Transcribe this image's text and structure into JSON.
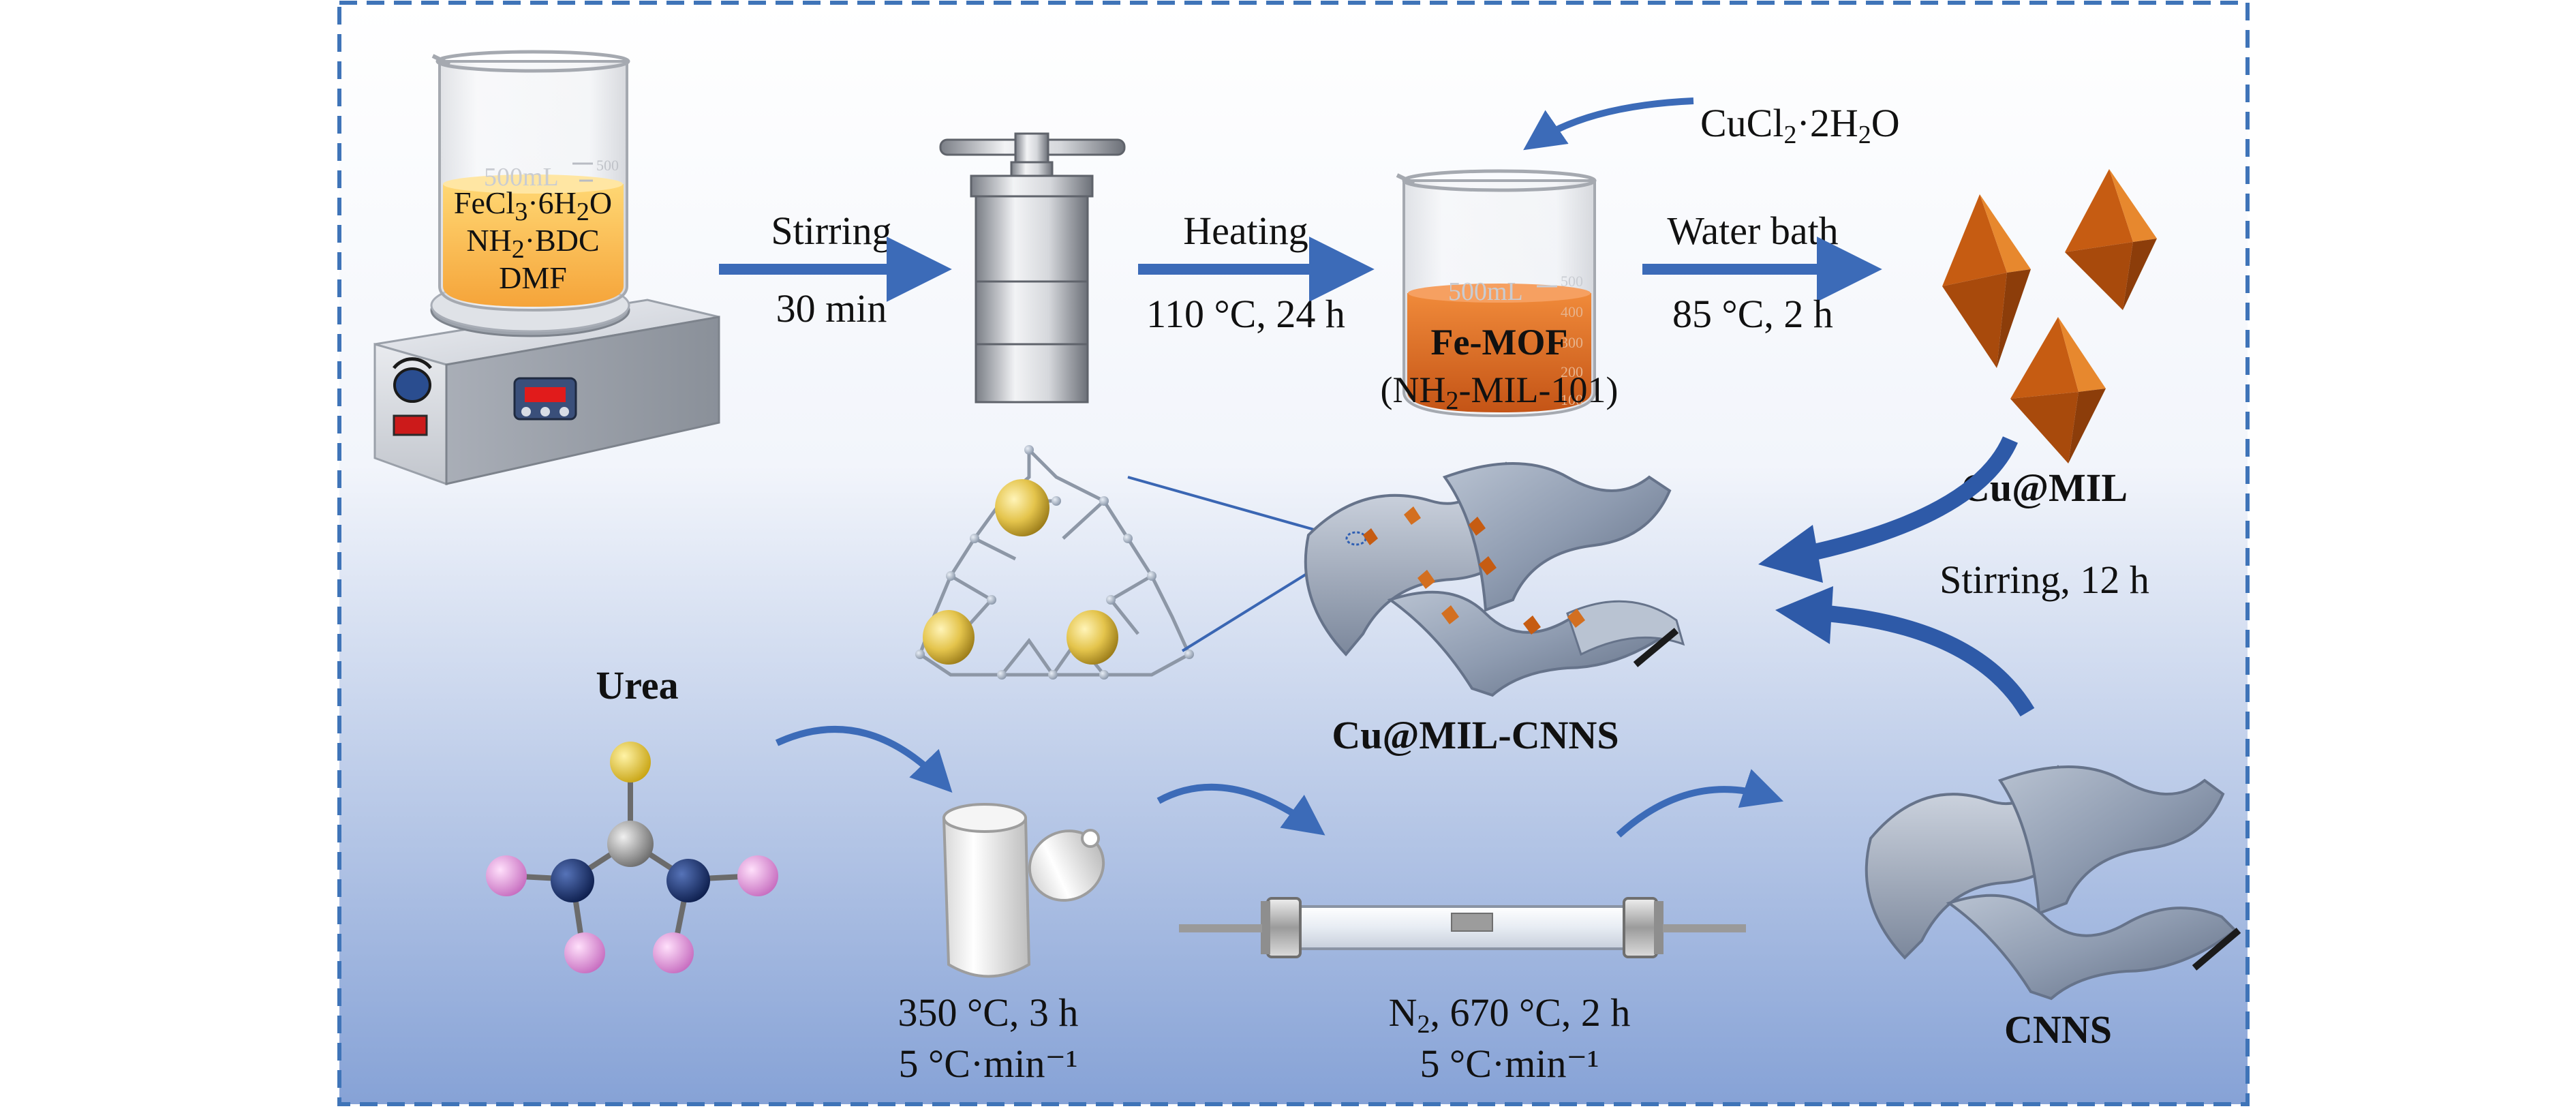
{
  "colors": {
    "frame_border": "#3f74b8",
    "bg_top": "#ffffff",
    "bg_bottom": "#86a2d6",
    "arrow": "#3c6bb8",
    "mof_orange": "#d36f20",
    "gold": "#e4c44c",
    "nitrogen_navy": "#1f3a7a",
    "hydrogen_pink": "#e79ee0",
    "sheet_gray": "#8c99ac"
  },
  "top_row": {
    "stir_plate": {
      "beaker_mark": "500mL",
      "beaker_mark_small": "500",
      "reagent_1": "FeCl",
      "reagent_1_sub": "3",
      "reagent_1_rest": "·6H",
      "reagent_1_sub2": "2",
      "reagent_1_end": "O",
      "reagent_2": "NH",
      "reagent_2_sub": "2",
      "reagent_2_rest": "·BDC",
      "reagent_3": "DMF"
    },
    "step1": {
      "top": "Stirring",
      "bottom": "30 min"
    },
    "step2": {
      "top": "Heating",
      "bottom": "110 °C, 24 h"
    },
    "fe_mof": {
      "beaker_mark": "500mL",
      "ticks": [
        "500",
        "400",
        "300",
        "200",
        "100"
      ],
      "name": "Fe-MOF",
      "formula_open": "(NH",
      "formula_sub": "2",
      "formula_rest": "-MIL-101)"
    },
    "cucl2": {
      "a": "CuCl",
      "sub1": "2",
      "b": "·2H",
      "sub2": "2",
      "c": "O"
    },
    "step3": {
      "top": "Water bath",
      "bottom": "85 °C, 2 h"
    },
    "product": "Cu@MIL"
  },
  "middle": {
    "composite": "Cu@MIL-CNNS",
    "stir_step": "Stirring, 12 h"
  },
  "bottom_row": {
    "urea": "Urea",
    "step4": {
      "top": "350 °C, 3 h",
      "bottom": "5 °C·min⁻¹"
    },
    "step5": {
      "top_a": "N",
      "top_sub": "2",
      "top_b": ", 670 °C, 2 h",
      "bottom": "5 °C·min⁻¹"
    },
    "cnns": "CNNS"
  }
}
